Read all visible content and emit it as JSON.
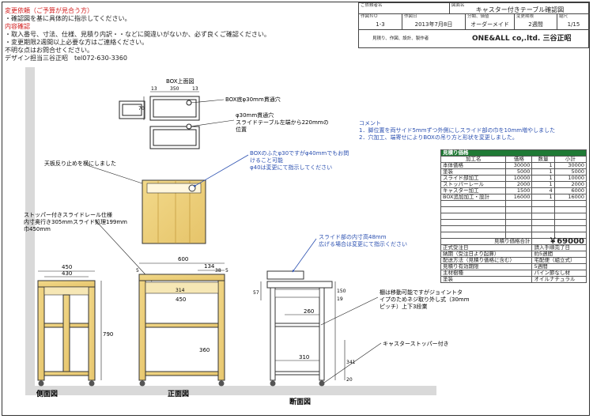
{
  "header": {
    "request_title": "変更依頼（ご予算が見合う方）",
    "request_lines": [
      "・確認図を基に具体的に指示してください。"
    ],
    "content_title": "内容確認",
    "content_lines": [
      "・取入番号、寸法、仕様、見積り内訳・・などに間違いがないか、必ず良くご確認ください。",
      "・変更期限2週間以上必要な方はご連絡ください。",
      "不明な点はお問合せください。"
    ],
    "contact": "デザイン担当三谷正昭　tel072-630-3360"
  },
  "title_block": {
    "customer_label": "ご依頼者名",
    "drawing_name_label": "図面名",
    "drawing_name": "キャスター付きテーブル確認図",
    "number_label": "作図ＮＯ",
    "number": "1-3",
    "date_label": "作図日",
    "date": "2013年7月8日",
    "category_label": "分類、価値",
    "category": "オーダーメイド",
    "deadline_label": "変更期限",
    "deadline": "2週間",
    "scale_label": "縮尺",
    "scale": "1/15",
    "company_note": "見積り、作図、設計、製作者",
    "company": "ONE&ALL co,.ltd.  三谷正昭"
  },
  "comment": {
    "title": "コメント",
    "lines": [
      "1．脚位置を両サイド5mmずつ外側にしスライド部の巾を10mm増やしました",
      "2．穴加工、端寄せによりBOXの吊り方と形状を変更しました。"
    ]
  },
  "price": {
    "title": "見積り価格",
    "headers": [
      "加工名",
      "価格",
      "数量",
      "小計"
    ],
    "rows": [
      [
        "本体価格",
        "30000",
        "1",
        "30000"
      ],
      [
        "塗装",
        "5000",
        "1",
        "5000"
      ],
      [
        "スライド部加工",
        "10000",
        "1",
        "10000"
      ],
      [
        "ストッパーレール",
        "2000",
        "1",
        "2000"
      ],
      [
        "キャスター加工",
        "1500",
        "4",
        "6000"
      ],
      [
        "BOX追加加工・設計",
        "16000",
        "1",
        "16000"
      ]
    ],
    "total_label": "見積り価格合計",
    "total_value": "￥69000",
    "info": [
      [
        "正式受注日",
        "請入手順完了日"
      ],
      [
        "納期（受注日より起算）",
        "約5週間"
      ],
      [
        "配送方法（見積り価格に含む）",
        "宅配便（組立式）"
      ],
      [
        "見積り有効期限",
        "5週間"
      ],
      [
        "主材樹種",
        "パイン節なし材"
      ],
      [
        "塗装",
        "オイルナチュラル"
      ]
    ]
  },
  "drawing": {
    "box_title": "BOX上面図",
    "box_dims": [
      "13",
      "350",
      "13"
    ],
    "box_note": "BOX底φ30mm貫通穴",
    "box_dim_70": "70",
    "hole_note_1": "φ30mm貫通穴",
    "hole_note_2": "スライドテーブル左端から220mmの",
    "hole_note_3": "位置",
    "top_note": "天板反り止めを横にしました",
    "box_lid_note_1": "BOXのふたφ30ですがφ40mmでもお問",
    "box_lid_note_2": "けること可能",
    "box_lid_note_3": "φ40は変更にて指示してください",
    "rail_note_1": "ストッパー付きスライドレール仕様",
    "rail_note_2": "内寸奥行き305mmスライド処理199mm",
    "rail_note_3": "巾450mm",
    "slide_note_1": "スライド部の内寸高48mm",
    "slide_note_2": "広げる場合は変更にて指示ください",
    "screw_note_1": "棚は移動可能ですがジョイントタ",
    "screw_note_2": "イプのためネジ取り外し式（30mm",
    "screw_note_3": "ピッチ）上下3段業",
    "caster_note": "キャスターストッパー付き",
    "side_label": "側面図",
    "front_label": "正面図",
    "section_label": "断面図",
    "dims": {
      "side_w": "450",
      "side_inner": "430",
      "height": "790",
      "front_w": "600",
      "front_134": "134",
      "front_5": "5",
      "front_38": "38",
      "front_314": "314",
      "front_450": "450",
      "front_360": "360",
      "front_5b": "5",
      "sec_57": "57",
      "sec_150": "150",
      "sec_19": "19",
      "sec_260": "260",
      "sec_310": "310",
      "sec_341": "341",
      "sec_20": "20"
    }
  }
}
